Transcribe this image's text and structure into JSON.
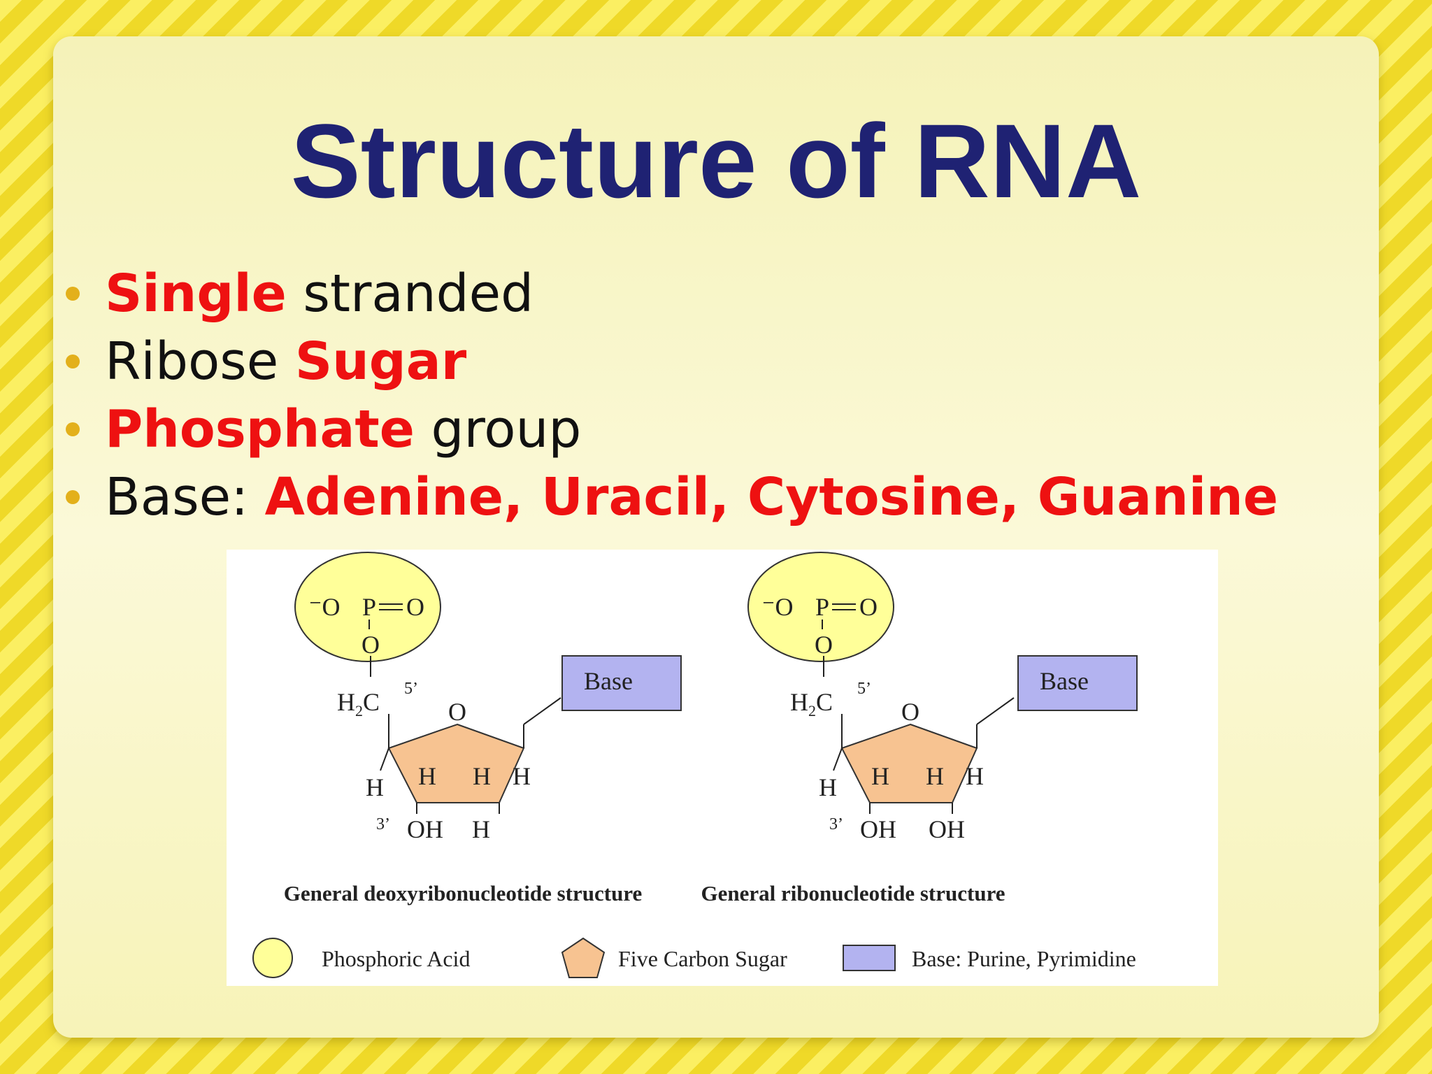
{
  "slide": {
    "title": "Structure of RNA",
    "bullets": [
      {
        "highlight": "Single",
        "rest": " stranded"
      },
      {
        "lead": "Ribose ",
        "highlight": "Sugar"
      },
      {
        "highlight": "Phosphate",
        "rest": " group"
      },
      {
        "lead": "Base: ",
        "highlight": "Adenine, Uracil, Cytosine, Guanine"
      }
    ]
  },
  "figure": {
    "deoxy": {
      "phosphate_o_left": "⁻O",
      "phosphate_p": "P",
      "phosphate_o_right": "O",
      "phosphate_o_bottom": "O",
      "h2c": "H",
      "h2c_sub": "2",
      "h2c_c": "C",
      "five_prime": "5’",
      "ring_o": "O",
      "base": "Base",
      "h_left": "H",
      "h_inner1": "H",
      "h_inner2": "H",
      "h_right": "H",
      "three_prime": "3’",
      "oh_3": "OH",
      "two_prime_group": "H",
      "caption": "General deoxyribonucleotide structure"
    },
    "ribo": {
      "phosphate_o_left": "⁻O",
      "phosphate_p": "P",
      "phosphate_o_right": "O",
      "phosphate_o_bottom": "O",
      "h2c": "H",
      "h2c_sub": "2",
      "h2c_c": "C",
      "five_prime": "5’",
      "ring_o": "O",
      "base": "Base",
      "h_left": "H",
      "h_inner1": "H",
      "h_inner2": "H",
      "h_right": "H",
      "three_prime": "3’",
      "oh_3": "OH",
      "two_prime_group": "OH",
      "caption": "General ribonucleotide structure"
    },
    "legend": {
      "phosphoric": "Phosphoric Acid",
      "sugar": "Five Carbon Sugar",
      "base": "Base: Purine, Pyrimidine"
    },
    "colors": {
      "phosphate": "#ffff99",
      "sugar": "#f7c391",
      "base": "#b3b3f0"
    }
  }
}
